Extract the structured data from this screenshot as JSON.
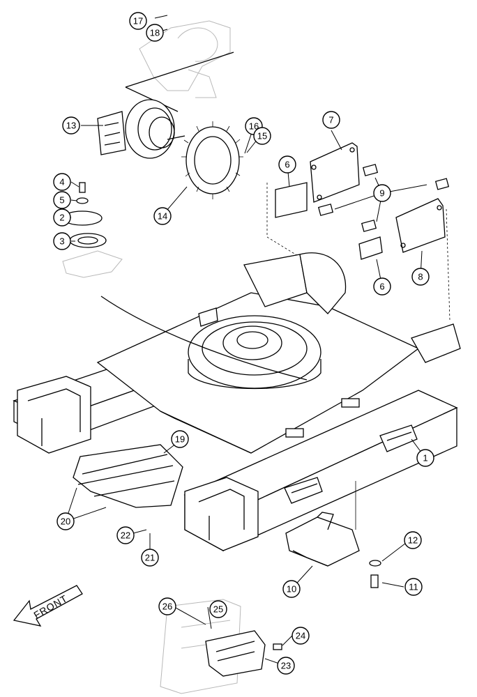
{
  "front_label": "FRONT",
  "callouts": [
    {
      "n": "1"
    },
    {
      "n": "2"
    },
    {
      "n": "3"
    },
    {
      "n": "4"
    },
    {
      "n": "5"
    },
    {
      "n": "6"
    },
    {
      "n": "6"
    },
    {
      "n": "7"
    },
    {
      "n": "8"
    },
    {
      "n": "9"
    },
    {
      "n": "10"
    },
    {
      "n": "11"
    },
    {
      "n": "12"
    },
    {
      "n": "13"
    },
    {
      "n": "14"
    },
    {
      "n": "15"
    },
    {
      "n": "16"
    },
    {
      "n": "17"
    },
    {
      "n": "18"
    },
    {
      "n": "19"
    },
    {
      "n": "20"
    },
    {
      "n": "21"
    },
    {
      "n": "22"
    },
    {
      "n": "23"
    },
    {
      "n": "24"
    },
    {
      "n": "25"
    },
    {
      "n": "26"
    }
  ]
}
